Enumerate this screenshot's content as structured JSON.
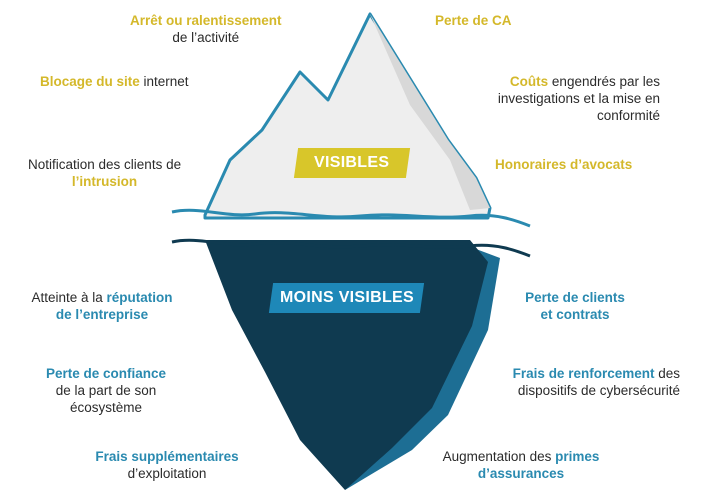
{
  "tags": {
    "visible": "VISIBLES",
    "hidden": "MOINS VISIBLES"
  },
  "colors": {
    "ice_top": "#eeeeee",
    "ice_outline": "#2a8ab0",
    "ice_bottom": "#0f3a50",
    "ice_bottom_side": "#1d6e94",
    "accent_yellow": "#d4b82a",
    "accent_blue": "#2a8ab0"
  },
  "visible_items": {
    "arret": {
      "hl": "Arrêt ou ralentissement",
      "rest": "de l’activité"
    },
    "blocage": {
      "hl": "Blocage du site",
      "rest": " internet"
    },
    "notification": {
      "pre": "Notification des clients de",
      "hl": "l’intrusion"
    },
    "perte_ca": {
      "hl": "Perte de CA"
    },
    "couts": {
      "hl": "Coûts",
      "rest1": " engendrés par les",
      "rest2": "investigations et la mise en",
      "rest3": "conformité"
    },
    "honoraires": {
      "hl": "Honoraires d’avocats"
    }
  },
  "hidden_items": {
    "reputation": {
      "pre": "Atteinte à la ",
      "hl1": "réputation",
      "hl2": "de l’entreprise"
    },
    "confiance": {
      "hl": "Perte de confiance",
      "rest1": "de la part de son",
      "rest2": "écosystème"
    },
    "frais_supp": {
      "hl": "Frais supplémentaires",
      "rest": "d’exploitation"
    },
    "clients": {
      "hl1": "Perte de clients",
      "hl2": "et contrats"
    },
    "renforcement": {
      "hl": "Frais de renforcement",
      "rest1": " des",
      "rest2": "dispositifs de cybersécurité"
    },
    "primes": {
      "pre": "Augmentation des ",
      "hl1": "primes",
      "hl2": "d’assurances"
    }
  }
}
